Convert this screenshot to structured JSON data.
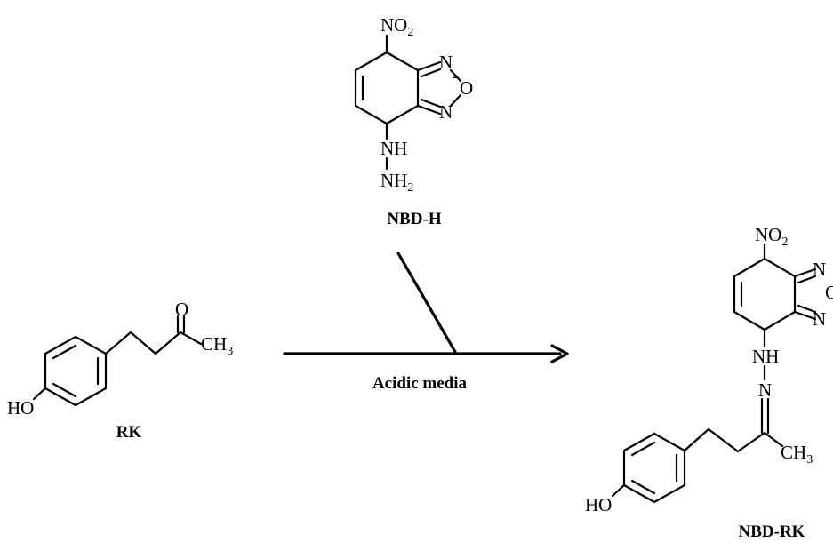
{
  "reagent": {
    "name": "NBD-H",
    "nitro": "NO",
    "nitro_sub": "2",
    "ring_n_top": "N",
    "ring_o": "O",
    "ring_n_bottom": "N",
    "nh": "NH",
    "nh2": "NH",
    "nh2_sub": "2"
  },
  "reactant": {
    "name": "RK",
    "carbonyl_o": "O",
    "methyl": "CH",
    "methyl_sub": "3",
    "hydroxyl": "HO"
  },
  "condition": {
    "label": "Acidic media"
  },
  "product": {
    "name": "NBD-RK",
    "nitro": "NO",
    "nitro_sub": "2",
    "ring_n_top": "N",
    "ring_o": "O",
    "ring_n_bottom": "N",
    "nh": "NH",
    "n_imine": "N",
    "methyl": "CH",
    "methyl_sub": "3",
    "hydroxyl": "HO"
  }
}
